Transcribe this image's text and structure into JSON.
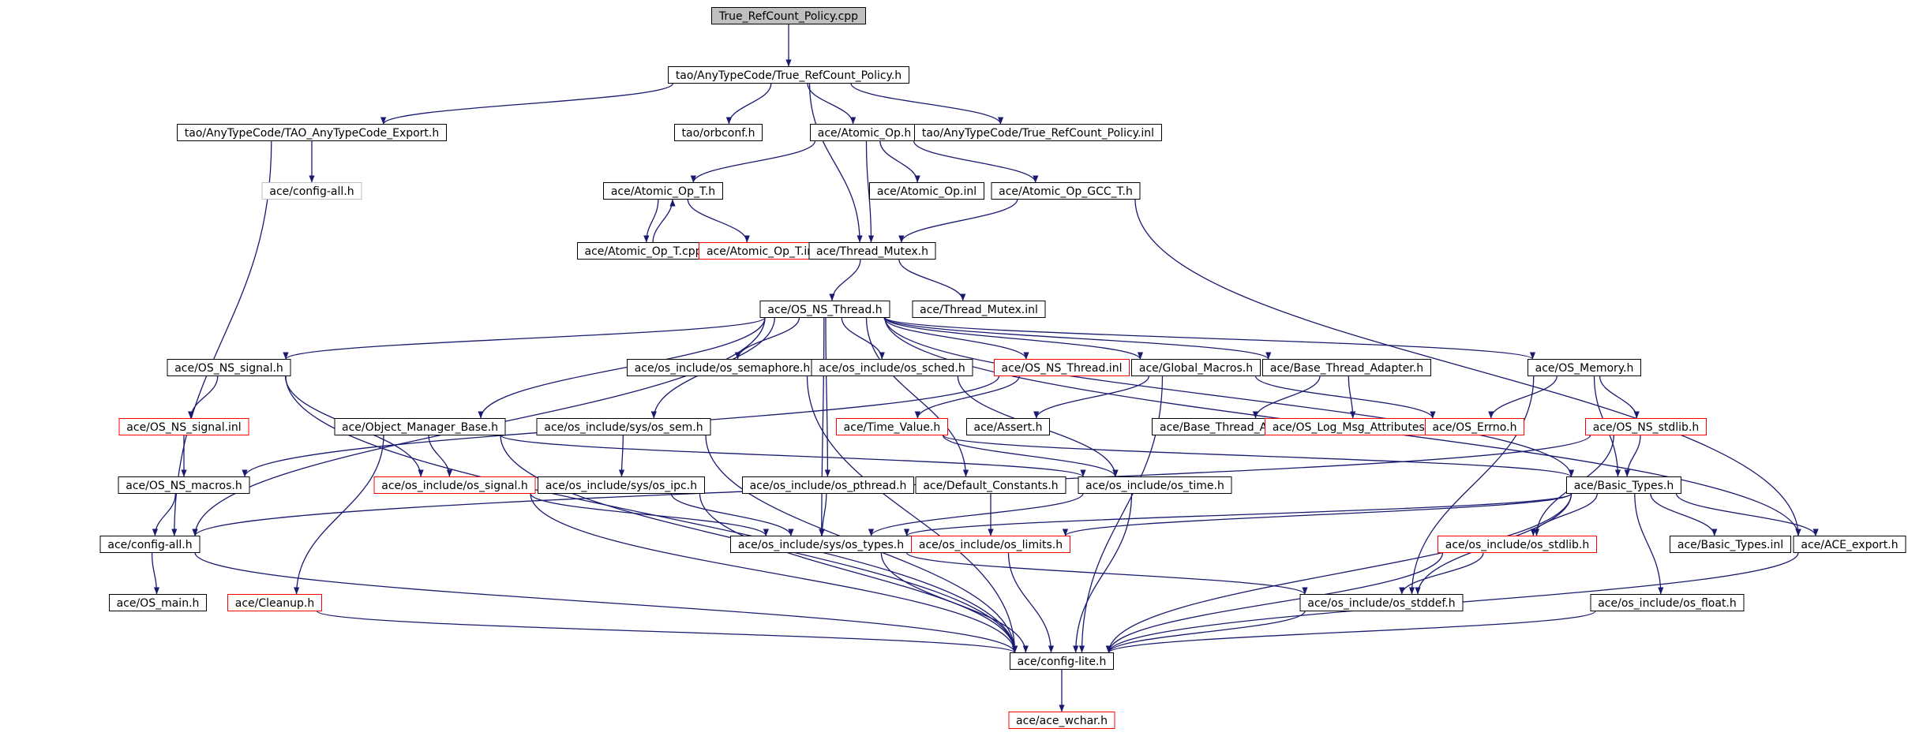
{
  "colors": {
    "edge": "#191970",
    "border_default": "#000000",
    "border_missing": "#ff0000",
    "border_external": "#bfbfbf",
    "root_fill": "#bfbfbf",
    "text": "#000000"
  },
  "nodes": [
    {
      "id": "root",
      "label": "True_RefCount_Policy.cpp",
      "style": "root"
    },
    {
      "id": "trcp_h",
      "label": "tao/AnyTypeCode/True_RefCount_Policy.h",
      "style": "default"
    },
    {
      "id": "tao_export",
      "label": "tao/AnyTypeCode/TAO_AnyTypeCode_Export.h",
      "style": "default"
    },
    {
      "id": "orbconf",
      "label": "tao/orbconf.h",
      "style": "default"
    },
    {
      "id": "atomic_op_h",
      "label": "ace/Atomic_Op.h",
      "style": "default"
    },
    {
      "id": "trcp_inl",
      "label": "tao/AnyTypeCode/True_RefCount_Policy.inl",
      "style": "default"
    },
    {
      "id": "config_all_top",
      "label": "ace/config-all.h",
      "style": "external"
    },
    {
      "id": "atomic_op_t_h",
      "label": "ace/Atomic_Op_T.h",
      "style": "default"
    },
    {
      "id": "atomic_op_inl",
      "label": "ace/Atomic_Op.inl",
      "style": "default"
    },
    {
      "id": "atomic_op_gcc",
      "label": "ace/Atomic_Op_GCC_T.h",
      "style": "default"
    },
    {
      "id": "atomic_op_t_cpp",
      "label": "ace/Atomic_Op_T.cpp",
      "style": "default"
    },
    {
      "id": "atomic_op_t_inl",
      "label": "ace/Atomic_Op_T.inl",
      "style": "missing"
    },
    {
      "id": "thread_mutex_h",
      "label": "ace/Thread_Mutex.h",
      "style": "default"
    },
    {
      "id": "os_ns_thread_h",
      "label": "ace/OS_NS_Thread.h",
      "style": "default"
    },
    {
      "id": "thread_mutex_inl",
      "label": "ace/Thread_Mutex.inl",
      "style": "default"
    },
    {
      "id": "os_ns_signal_h",
      "label": "ace/OS_NS_signal.h",
      "style": "default"
    },
    {
      "id": "os_semaphore",
      "label": "ace/os_include/os_semaphore.h",
      "style": "default"
    },
    {
      "id": "os_sched",
      "label": "ace/os_include/os_sched.h",
      "style": "default"
    },
    {
      "id": "os_ns_thread_inl",
      "label": "ace/OS_NS_Thread.inl",
      "style": "missing"
    },
    {
      "id": "global_macros",
      "label": "ace/Global_Macros.h",
      "style": "default"
    },
    {
      "id": "base_thread_adapter_h",
      "label": "ace/Base_Thread_Adapter.h",
      "style": "default"
    },
    {
      "id": "os_memory",
      "label": "ace/OS_Memory.h",
      "style": "default"
    },
    {
      "id": "os_ns_signal_inl",
      "label": "ace/OS_NS_signal.inl",
      "style": "missing"
    },
    {
      "id": "obj_mgr_base",
      "label": "ace/Object_Manager_Base.h",
      "style": "default"
    },
    {
      "id": "os_sem",
      "label": "ace/os_include/sys/os_sem.h",
      "style": "default"
    },
    {
      "id": "time_value",
      "label": "ace/Time_Value.h",
      "style": "missing"
    },
    {
      "id": "assert_h",
      "label": "ace/Assert.h",
      "style": "default"
    },
    {
      "id": "base_thread_adapter_inl",
      "label": "ace/Base_Thread_Adapter.inl",
      "style": "default"
    },
    {
      "id": "os_log_msg",
      "label": "ace/OS_Log_Msg_Attributes.h",
      "style": "missing"
    },
    {
      "id": "os_errno",
      "label": "ace/OS_Errno.h",
      "style": "missing"
    },
    {
      "id": "os_ns_stdlib",
      "label": "ace/OS_NS_stdlib.h",
      "style": "missing"
    },
    {
      "id": "os_ns_macros",
      "label": "ace/OS_NS_macros.h",
      "style": "default"
    },
    {
      "id": "os_signal",
      "label": "ace/os_include/os_signal.h",
      "style": "missing"
    },
    {
      "id": "os_ipc",
      "label": "ace/os_include/sys/os_ipc.h",
      "style": "default"
    },
    {
      "id": "os_pthread",
      "label": "ace/os_include/os_pthread.h",
      "style": "default"
    },
    {
      "id": "default_constants",
      "label": "ace/Default_Constants.h",
      "style": "default"
    },
    {
      "id": "os_time",
      "label": "ace/os_include/os_time.h",
      "style": "default"
    },
    {
      "id": "basic_types_h",
      "label": "ace/Basic_Types.h",
      "style": "default"
    },
    {
      "id": "config_all",
      "label": "ace/config-all.h",
      "style": "default"
    },
    {
      "id": "os_types",
      "label": "ace/os_include/sys/os_types.h",
      "style": "default"
    },
    {
      "id": "os_limits",
      "label": "ace/os_include/os_limits.h",
      "style": "missing"
    },
    {
      "id": "os_stdlib",
      "label": "ace/os_include/os_stdlib.h",
      "style": "missing"
    },
    {
      "id": "basic_types_inl",
      "label": "ace/Basic_Types.inl",
      "style": "default"
    },
    {
      "id": "ace_export",
      "label": "ace/ACE_export.h",
      "style": "default"
    },
    {
      "id": "os_main",
      "label": "ace/OS_main.h",
      "style": "default"
    },
    {
      "id": "cleanup",
      "label": "ace/Cleanup.h",
      "style": "missing"
    },
    {
      "id": "os_stddef",
      "label": "ace/os_include/os_stddef.h",
      "style": "default"
    },
    {
      "id": "os_float",
      "label": "ace/os_include/os_float.h",
      "style": "default"
    },
    {
      "id": "config_lite",
      "label": "ace/config-lite.h",
      "style": "default"
    },
    {
      "id": "ace_wchar",
      "label": "ace/ace_wchar.h",
      "style": "missing"
    }
  ],
  "edges": [
    [
      "root",
      "trcp_h"
    ],
    [
      "trcp_h",
      "tao_export"
    ],
    [
      "trcp_h",
      "orbconf"
    ],
    [
      "trcp_h",
      "atomic_op_h"
    ],
    [
      "trcp_h",
      "trcp_inl"
    ],
    [
      "trcp_h",
      "thread_mutex_h"
    ],
    [
      "tao_export",
      "config_all_top"
    ],
    [
      "tao_export",
      "config_all"
    ],
    [
      "atomic_op_h",
      "atomic_op_t_h"
    ],
    [
      "atomic_op_h",
      "atomic_op_inl"
    ],
    [
      "atomic_op_h",
      "atomic_op_gcc"
    ],
    [
      "atomic_op_h",
      "thread_mutex_h"
    ],
    [
      "atomic_op_t_h",
      "atomic_op_t_cpp"
    ],
    [
      "atomic_op_t_cpp",
      "atomic_op_t_h"
    ],
    [
      "atomic_op_t_h",
      "atomic_op_t_inl"
    ],
    [
      "atomic_op_gcc",
      "thread_mutex_h"
    ],
    [
      "atomic_op_gcc",
      "ace_export"
    ],
    [
      "thread_mutex_h",
      "os_ns_thread_h"
    ],
    [
      "thread_mutex_h",
      "thread_mutex_inl"
    ],
    [
      "os_ns_thread_h",
      "os_ns_signal_h"
    ],
    [
      "os_ns_thread_h",
      "os_semaphore"
    ],
    [
      "os_ns_thread_h",
      "os_sched"
    ],
    [
      "os_ns_thread_h",
      "os_ns_thread_inl"
    ],
    [
      "os_ns_thread_h",
      "global_macros"
    ],
    [
      "os_ns_thread_h",
      "base_thread_adapter_h"
    ],
    [
      "os_ns_thread_h",
      "os_memory"
    ],
    [
      "os_ns_thread_h",
      "obj_mgr_base"
    ],
    [
      "os_ns_thread_h",
      "os_sem"
    ],
    [
      "os_ns_thread_h",
      "config_all"
    ],
    [
      "os_ns_thread_h",
      "os_pthread"
    ],
    [
      "os_ns_thread_h",
      "os_types"
    ],
    [
      "os_ns_thread_h",
      "basic_types_h"
    ],
    [
      "os_ns_thread_h",
      "ace_export"
    ],
    [
      "os_ns_thread_h",
      "default_constants"
    ],
    [
      "os_ns_signal_h",
      "os_ns_signal_inl"
    ],
    [
      "os_ns_signal_h",
      "os_signal"
    ],
    [
      "os_ns_signal_h",
      "config_lite"
    ],
    [
      "os_ns_signal_inl",
      "os_ns_macros"
    ],
    [
      "os_semaphore",
      "config_lite"
    ],
    [
      "os_sched",
      "os_time"
    ],
    [
      "os_ns_thread_inl",
      "time_value"
    ],
    [
      "os_ns_thread_inl",
      "os_ns_macros"
    ],
    [
      "global_macros",
      "assert_h"
    ],
    [
      "global_macros",
      "os_errno"
    ],
    [
      "global_macros",
      "config_lite"
    ],
    [
      "base_thread_adapter_h",
      "base_thread_adapter_inl"
    ],
    [
      "base_thread_adapter_h",
      "os_log_msg"
    ],
    [
      "os_memory",
      "os_errno"
    ],
    [
      "os_memory",
      "os_ns_stdlib"
    ],
    [
      "os_memory",
      "os_stddef"
    ],
    [
      "os_memory",
      "basic_types_h"
    ],
    [
      "obj_mgr_base",
      "os_signal"
    ],
    [
      "obj_mgr_base",
      "cleanup"
    ],
    [
      "obj_mgr_base",
      "config_lite"
    ],
    [
      "obj_mgr_base",
      "os_time"
    ],
    [
      "os_sem",
      "os_ipc"
    ],
    [
      "os_sem",
      "config_lite"
    ],
    [
      "time_value",
      "os_time"
    ],
    [
      "time_value",
      "basic_types_h"
    ],
    [
      "os_ns_stdlib",
      "os_stdlib"
    ],
    [
      "os_ns_stdlib",
      "basic_types_h"
    ],
    [
      "os_ns_stdlib",
      "config_all"
    ],
    [
      "os_ns_macros",
      "config_all"
    ],
    [
      "os_signal",
      "os_types"
    ],
    [
      "os_signal",
      "config_lite"
    ],
    [
      "os_ipc",
      "os_types"
    ],
    [
      "os_ipc",
      "config_lite"
    ],
    [
      "os_pthread",
      "os_types"
    ],
    [
      "default_constants",
      "os_limits"
    ],
    [
      "os_time",
      "os_types"
    ],
    [
      "os_time",
      "config_lite"
    ],
    [
      "basic_types_h",
      "os_types"
    ],
    [
      "basic_types_h",
      "os_limits"
    ],
    [
      "basic_types_h",
      "os_stdlib"
    ],
    [
      "basic_types_h",
      "os_stddef"
    ],
    [
      "basic_types_h",
      "basic_types_inl"
    ],
    [
      "basic_types_h",
      "ace_export"
    ],
    [
      "basic_types_h",
      "os_float"
    ],
    [
      "basic_types_h",
      "config_lite"
    ],
    [
      "config_all",
      "os_main"
    ],
    [
      "config_all",
      "config_lite"
    ],
    [
      "os_types",
      "os_stddef"
    ],
    [
      "os_types",
      "config_lite"
    ],
    [
      "os_limits",
      "config_lite"
    ],
    [
      "os_stdlib",
      "os_stddef"
    ],
    [
      "os_stdlib",
      "config_lite"
    ],
    [
      "ace_export",
      "config_lite"
    ],
    [
      "cleanup",
      "config_lite"
    ],
    [
      "os_stddef",
      "config_lite"
    ],
    [
      "os_float",
      "config_lite"
    ],
    [
      "config_lite",
      "ace_wchar"
    ]
  ]
}
